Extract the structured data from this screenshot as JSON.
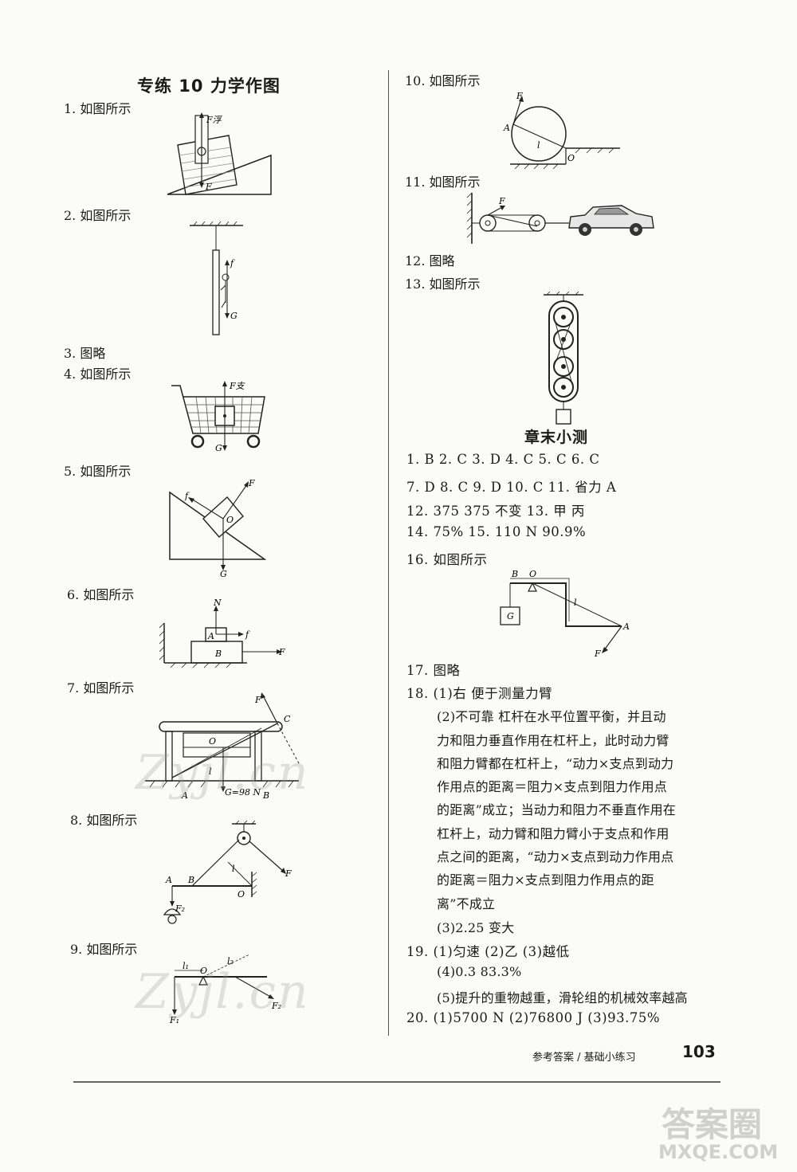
{
  "left": {
    "title": "专练 10   力学作图",
    "items": [
      {
        "num": "1.",
        "text": "如图所示"
      },
      {
        "num": "2.",
        "text": "如图所示"
      },
      {
        "num": "3.",
        "text": "图略"
      },
      {
        "num": "4.",
        "text": "如图所示"
      },
      {
        "num": "5.",
        "text": "如图所示"
      },
      {
        "num": "6.",
        "text": "如图所示"
      },
      {
        "num": "7.",
        "text": "如图所示"
      },
      {
        "num": "8.",
        "text": "如图所示"
      },
      {
        "num": "9.",
        "text": "如图所示"
      }
    ]
  },
  "right": {
    "items": [
      {
        "num": "10.",
        "text": "如图所示"
      },
      {
        "num": "11.",
        "text": "如图所示"
      },
      {
        "num": "12.",
        "text": "图略"
      },
      {
        "num": "13.",
        "text": "如图所示"
      }
    ],
    "section_title": "章末小测",
    "answers": [
      "1. B   2. C   3. D   4. C   5. C   6. C",
      "7. D   8. C   9. D   10. C   11. 省力   A",
      "12. 375   375   不变   13. 甲   丙",
      "14. 75%   15. 110 N   90.9%",
      "16. 如图所示",
      "17. 图略",
      "18. (1)右   便于测量力臂"
    ],
    "q18_paragraph": [
      "(2)不可靠   杠杆在水平位置平衡，并且动",
      "力和阻力垂直作用在杠杆上，此时动力臂",
      "和阻力臂都在杠杆上，“动力×支点到动力",
      "作用点的距离＝阻力×支点到阻力作用点",
      "的距离”成立；当动力和阻力不垂直作用在",
      "杠杆上，动力臂和阻力臂小于支点和作用",
      "点之间的距离，“动力×支点到动力作用点",
      "的距离＝阻力×支点到阻力作用点的距",
      "离”不成立"
    ],
    "q18_part3": "(3)2.25   变大",
    "q19": [
      "19. (1)匀速   (2)乙   (3)越低",
      "(4)0.3   83.3%",
      "(5)提升的重物越重，滑轮组的机械效率越高"
    ],
    "q20": "20. (1)5700 N   (2)76800 J   (3)93.75%"
  },
  "figure_labels": {
    "fig1": {
      "f_float": "F浮",
      "f": "F"
    },
    "fig2": {
      "f": "f",
      "g": "G"
    },
    "fig4": {
      "f_support": "F支",
      "g": "G"
    },
    "fig5": {
      "f_small": "f",
      "o": "O",
      "f_big": "F",
      "g": "G"
    },
    "fig6": {
      "n": "N",
      "a": "A",
      "f_small": "f",
      "b": "B",
      "f_big": "F"
    },
    "fig7": {
      "f": "F",
      "c": "C",
      "o": "O",
      "l": "l",
      "a": "A",
      "g": "G=98 N",
      "b": "B"
    },
    "fig8": {
      "a": "A",
      "b": "B",
      "l": "l",
      "o": "O",
      "f": "F",
      "f2": "F₂"
    },
    "fig9": {
      "l1": "l₁",
      "o": "O",
      "l2": "l₂",
      "f1": "F₁",
      "f2": "F₂"
    },
    "fig10": {
      "f": "F",
      "a": "A",
      "l": "l",
      "o": "O"
    },
    "fig11": {
      "f": "F"
    },
    "fig16": {
      "b": "B",
      "o": "O",
      "l": "l",
      "a": "A",
      "g": "G",
      "f": "F"
    }
  },
  "footer": {
    "text": "参考答案 / 基础小练习",
    "page": "103"
  },
  "watermarks": [
    "Zyjl.cn",
    "Zyjl.cn"
  ],
  "stamp": {
    "top": "答案圈",
    "bottom": "MXQE.COM"
  }
}
